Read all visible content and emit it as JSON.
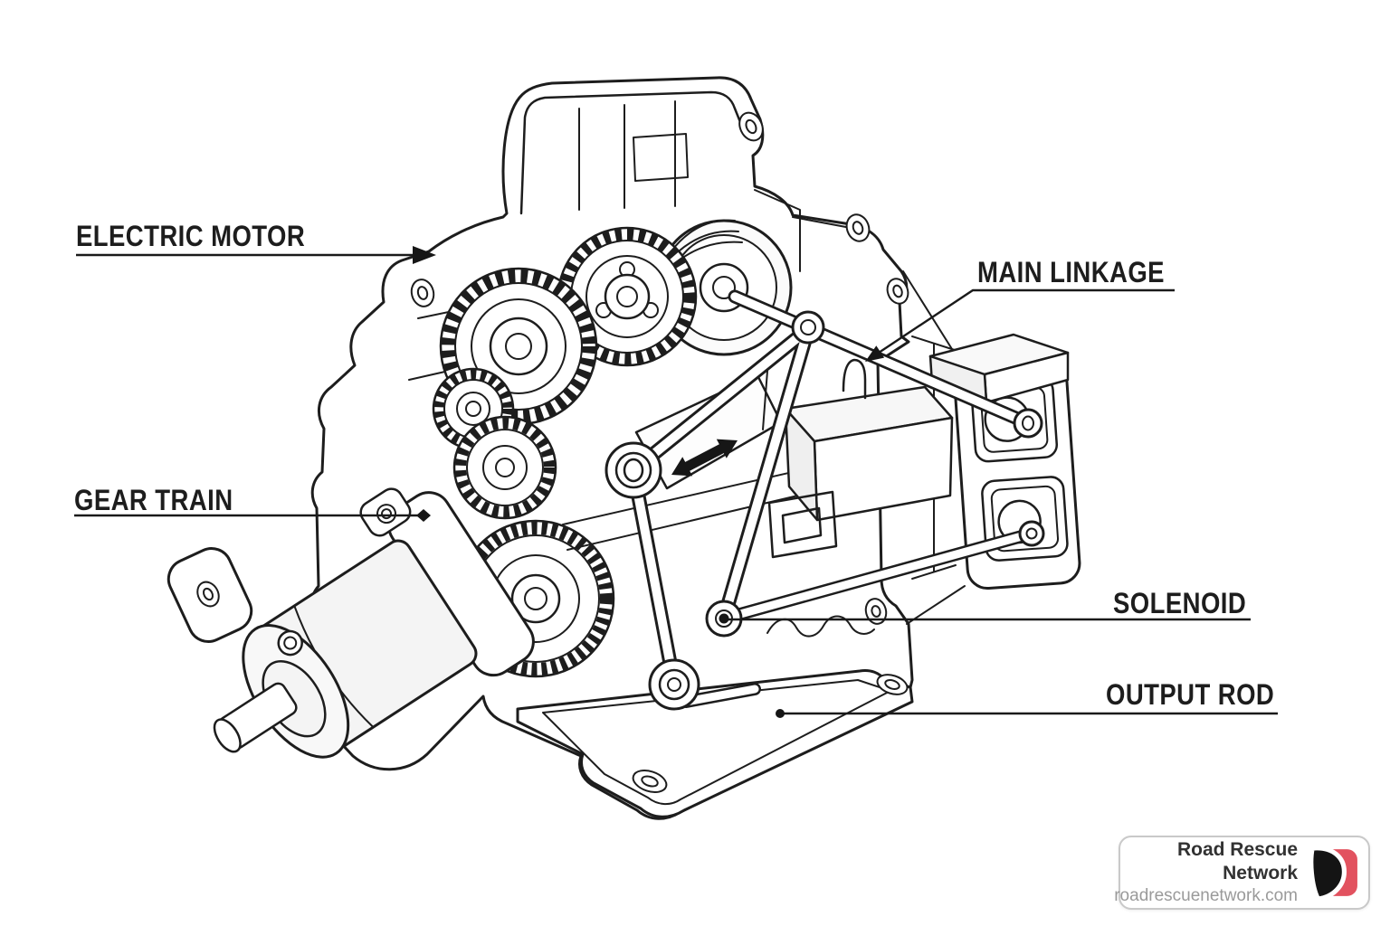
{
  "diagram": {
    "subject": "electric shift actuator cutaway illustration",
    "line_color": "#1d1d1d",
    "background": "#ffffff",
    "labels": {
      "electric_motor": "ELECTRIC MOTOR",
      "gear_train": "GEAR TRAIN",
      "main_linkage": "MAIN LINKAGE",
      "solenoid": "SOLENOID",
      "output_rod": "OUTPUT ROD"
    },
    "motion_arrow": "double-headed-arrow-icon"
  },
  "watermark": {
    "name": "Road Rescue Network",
    "website": "roadrescuenetwork.com",
    "logo": {
      "icon": "road-swoosh-icon",
      "red": "#e2525f",
      "black": "#141414"
    }
  }
}
